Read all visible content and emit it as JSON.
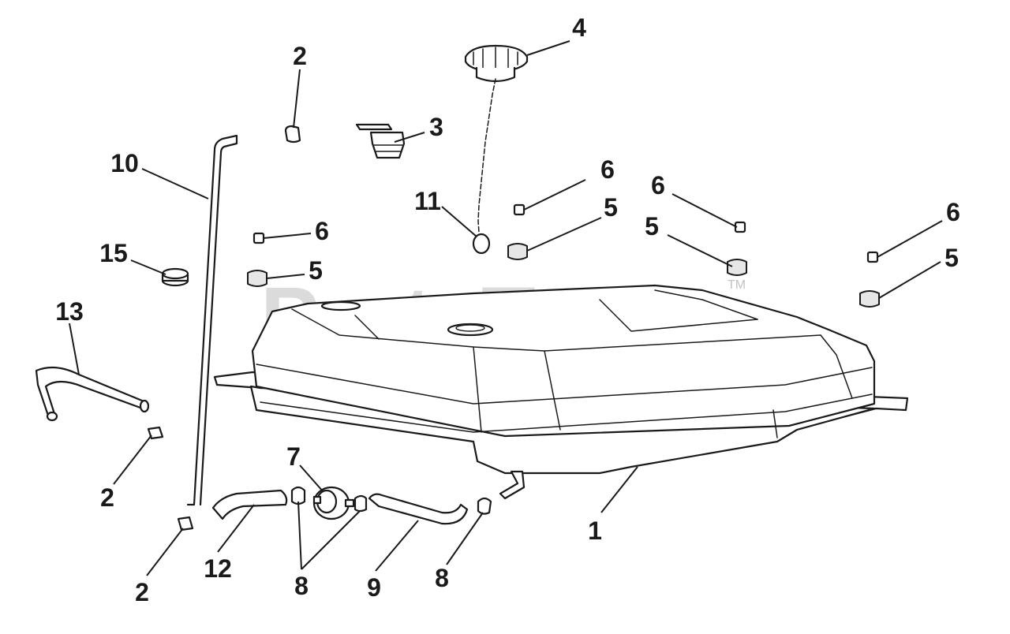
{
  "watermark": {
    "text": "PartsTree",
    "trademark": "TM"
  },
  "callouts": [
    {
      "id": "c-4",
      "label": "4"
    },
    {
      "id": "c-2a",
      "label": "2"
    },
    {
      "id": "c-3",
      "label": "3"
    },
    {
      "id": "c-10",
      "label": "10"
    },
    {
      "id": "c-6a",
      "label": "6"
    },
    {
      "id": "c-6b",
      "label": "6"
    },
    {
      "id": "c-11",
      "label": "11"
    },
    {
      "id": "c-5a",
      "label": "5"
    },
    {
      "id": "c-6c",
      "label": "6"
    },
    {
      "id": "c-6d",
      "label": "6"
    },
    {
      "id": "c-15",
      "label": "15"
    },
    {
      "id": "c-5b",
      "label": "5"
    },
    {
      "id": "c-5c",
      "label": "5"
    },
    {
      "id": "c-5d",
      "label": "5"
    },
    {
      "id": "c-13",
      "label": "13"
    },
    {
      "id": "c-7",
      "label": "7"
    },
    {
      "id": "c-2b",
      "label": "2"
    },
    {
      "id": "c-1",
      "label": "1"
    },
    {
      "id": "c-12",
      "label": "12"
    },
    {
      "id": "c-8a",
      "label": "8"
    },
    {
      "id": "c-9",
      "label": "9"
    },
    {
      "id": "c-8b",
      "label": "8"
    },
    {
      "id": "c-2c",
      "label": "2"
    }
  ]
}
